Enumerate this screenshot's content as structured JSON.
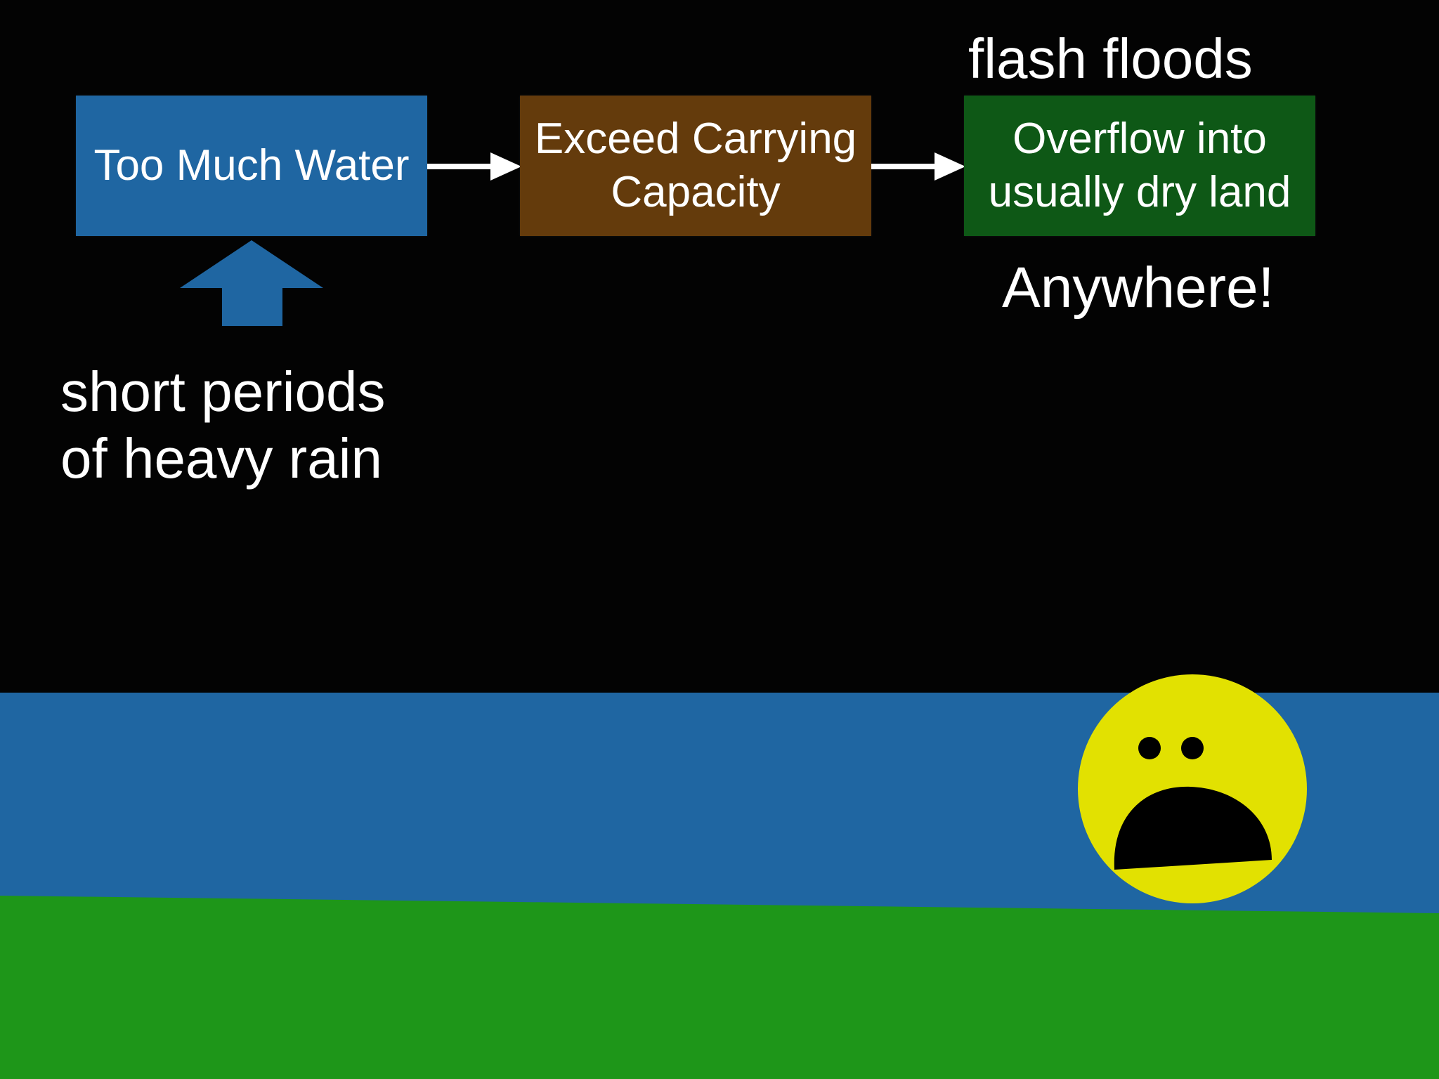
{
  "diagram": {
    "boxes": [
      {
        "id": "too-much-water",
        "text": "Too Much Water",
        "color": "#1f66a2"
      },
      {
        "id": "exceed-capacity",
        "text": "Exceed Carrying\nCapacity",
        "color": "#643b0c"
      },
      {
        "id": "overflow",
        "text": "Overflow into\nusually dry land",
        "color": "#0e5816"
      }
    ],
    "label_above_overflow": "flash floods",
    "label_below_overflow": "Anywhere!",
    "cause_label": "short periods\nof heavy rain"
  },
  "scene": {
    "water_color": "#1f66a2",
    "ground_color": "#1e9619",
    "face": {
      "icon": "scared-face-icon",
      "color": "#e2e101"
    }
  }
}
